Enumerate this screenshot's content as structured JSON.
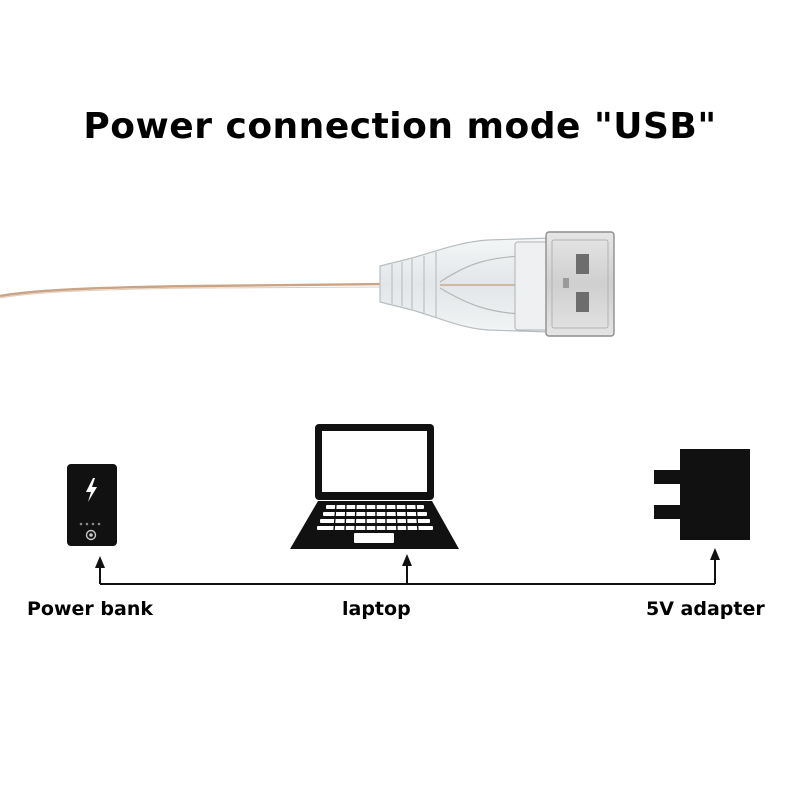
{
  "title": "Power connection mode \"USB\"",
  "sources": [
    {
      "label": "Power bank",
      "icon": "power-bank-icon"
    },
    {
      "label": "laptop",
      "icon": "laptop-icon"
    },
    {
      "label": "5V adapter",
      "icon": "wall-adapter-icon"
    }
  ],
  "colors": {
    "background": "#ffffff",
    "ink": "#000000",
    "wire": "#c9a487",
    "connector": "#d9dde0"
  }
}
